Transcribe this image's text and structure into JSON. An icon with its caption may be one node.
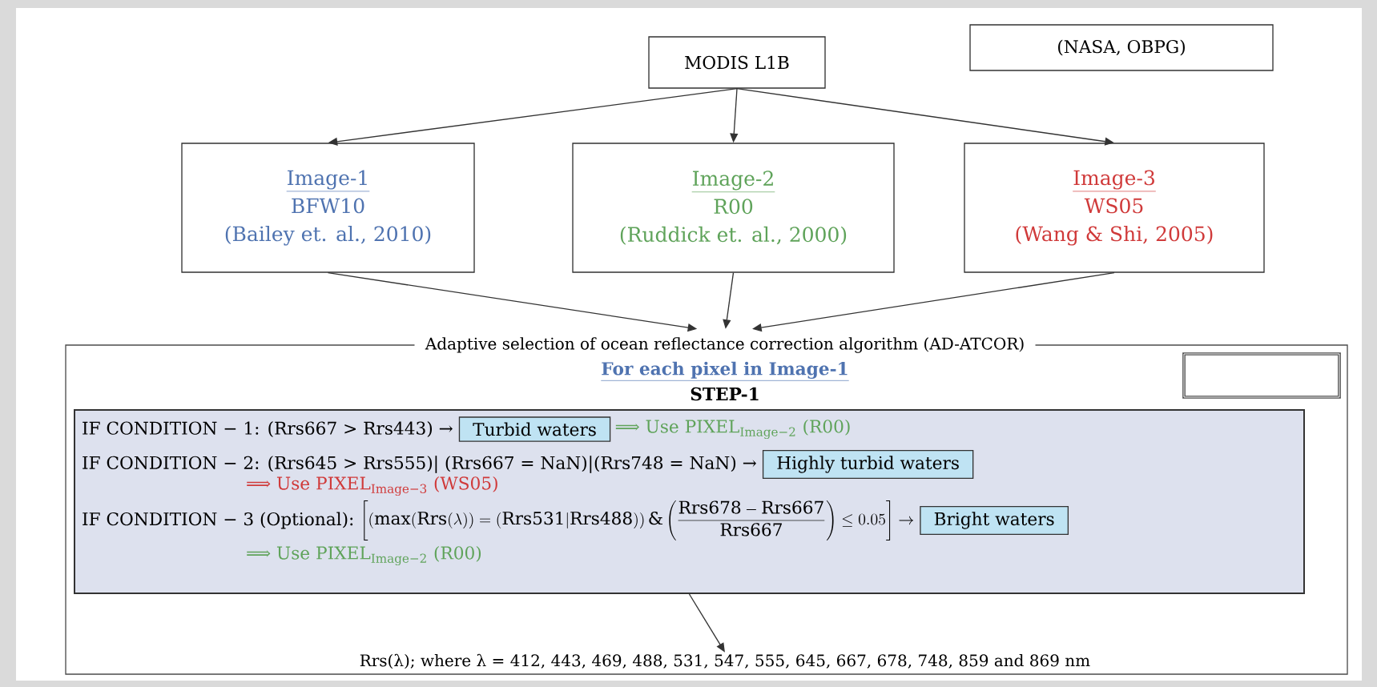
{
  "diagram": {
    "nodes": [
      {
        "text": [
          "MODIS L1B"
        ]
      },
      {
        "text": [
          "(NASA, OBPG)"
        ]
      },
      {
        "text": [
          "Image-1",
          "BFW10",
          "(Bailey et. al., 2010)"
        ]
      },
      {
        "text": [
          "Image-2",
          "R00",
          "(Ruddick et. al., 2000)"
        ]
      },
      {
        "text": [
          "Image-3",
          "WS05",
          "(Wang & Shi, 2005)"
        ]
      },
      {
        "text": [
          "Adaptive selection of ocean reflectance correction algorithm (AD-ATCOR)"
        ]
      },
      {
        "text": [],
        "shape": "box",
        "in": 5
      },
      {
        "text": [
          "For each pixel in Image-1",
          "STEP-1",
          "IF CONDITION − 1: (Rrs667 > Rrs443) →",
          "⟹ Use PIXEL$_{Image−2}$ (R00)",
          "IF CONDITION − 2: (Rrs645 > Rrs555)| (Rrs667 = NaN)|(Rrs748 = NaN) →",
          "⟹ Use PIXEL$_{Image−3}$ (WS05)",
          "IF CONDITION − 3 (Optional):",
          "\\left[\\left(\\max(\\mathrm{Rrs}(\\lambda)) = (\\mathrm{Rrs531}|\\mathrm{Rrs488})\\right)\\&\\left(\\frac{\\mathrm{Rrs678}-\\mathrm{Rrs667}}{\\mathrm{Rrs667}}\\right)\\le 0.05\\right]\\rightarrow",
          "⟹ Use PIXEL$_{Image−2}$ (R00)"
        ],
        "in": 5
      },
      {
        "text": [
          "Turbid waters"
        ],
        "in": 7
      },
      {
        "text": [
          "Highly turbid waters"
        ],
        "in": 7
      },
      {
        "text": [
          "Bright waters"
        ],
        "in": 7
      },
      {
        "text": [
          "Rrs(λ); where λ = 412, 443, 469, 488, 531, 547, 555, 645, 667, 678, 748, 859 and 869 nm"
        ],
        "in": 5
      }
    ],
    "edges": [
      {
        "from": 0,
        "to": 2,
        "arrow": "to"
      },
      {
        "from": 0,
        "to": 3,
        "arrow": "to"
      },
      {
        "from": 0,
        "to": 4,
        "arrow": "to"
      },
      {
        "from": 2,
        "to": 5,
        "arrow": "to"
      },
      {
        "from": 3,
        "to": 5,
        "arrow": "to"
      },
      {
        "from": 4,
        "to": 5,
        "arrow": "to"
      },
      {
        "from": 7,
        "to": 11,
        "arrow": "to"
      }
    ]
  }
}
